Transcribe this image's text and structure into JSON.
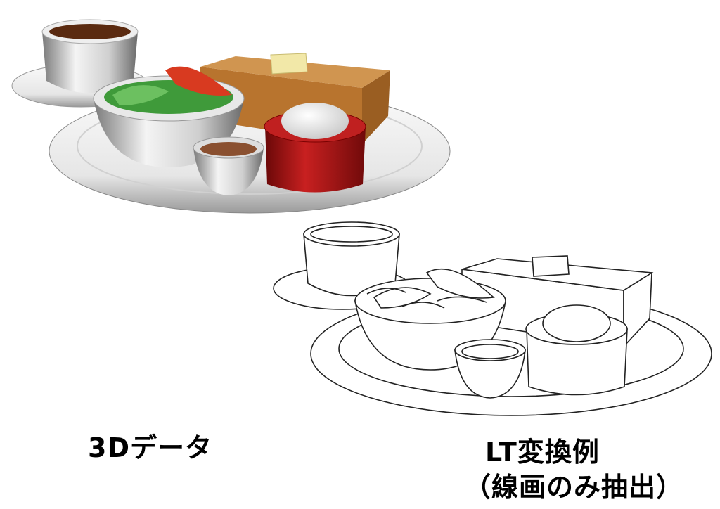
{
  "captions": {
    "left": "3Dデータ",
    "right_line1": "LT変換例",
    "right_line2": "（線画のみ抽出）"
  },
  "colors": {
    "coffee": "#5a2a10",
    "toast_top": "#d09550",
    "toast_side": "#b8742e",
    "ramekin": "#b01818",
    "salad_green": "#3f9a3a",
    "tomato": "#d83a20",
    "sauce": "#8a5030",
    "butter": "#f2e8a8"
  }
}
